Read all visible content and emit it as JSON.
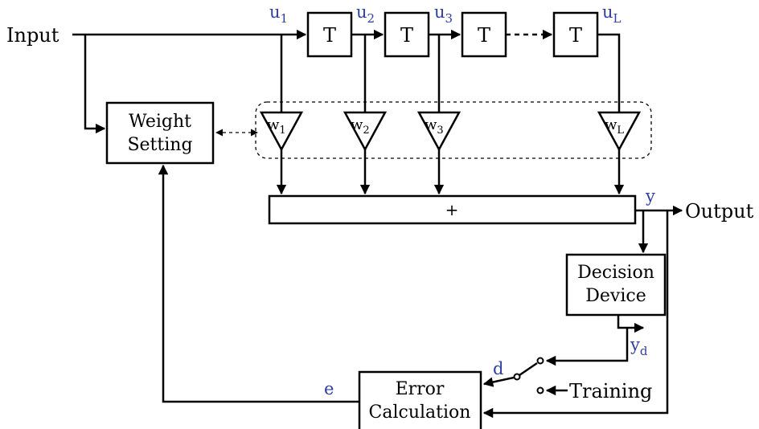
{
  "labels": {
    "input": "Input",
    "output": "Output",
    "training": "Training",
    "weight_setting_line1": "Weight",
    "weight_setting_line2": "Setting",
    "decision_line1": "Decision",
    "decision_line2": "Device",
    "error_line1": "Error",
    "error_line2": "Calculation",
    "sum": "+",
    "delay": "T"
  },
  "signals": {
    "u": "u",
    "sub1": "1",
    "sub2": "2",
    "sub3": "3",
    "subL": "L",
    "w": "w",
    "y": "y",
    "d": "d",
    "e": "e",
    "subd": "d"
  },
  "colors": {
    "signal_label": "#2f3fa0",
    "line": "#000000"
  }
}
